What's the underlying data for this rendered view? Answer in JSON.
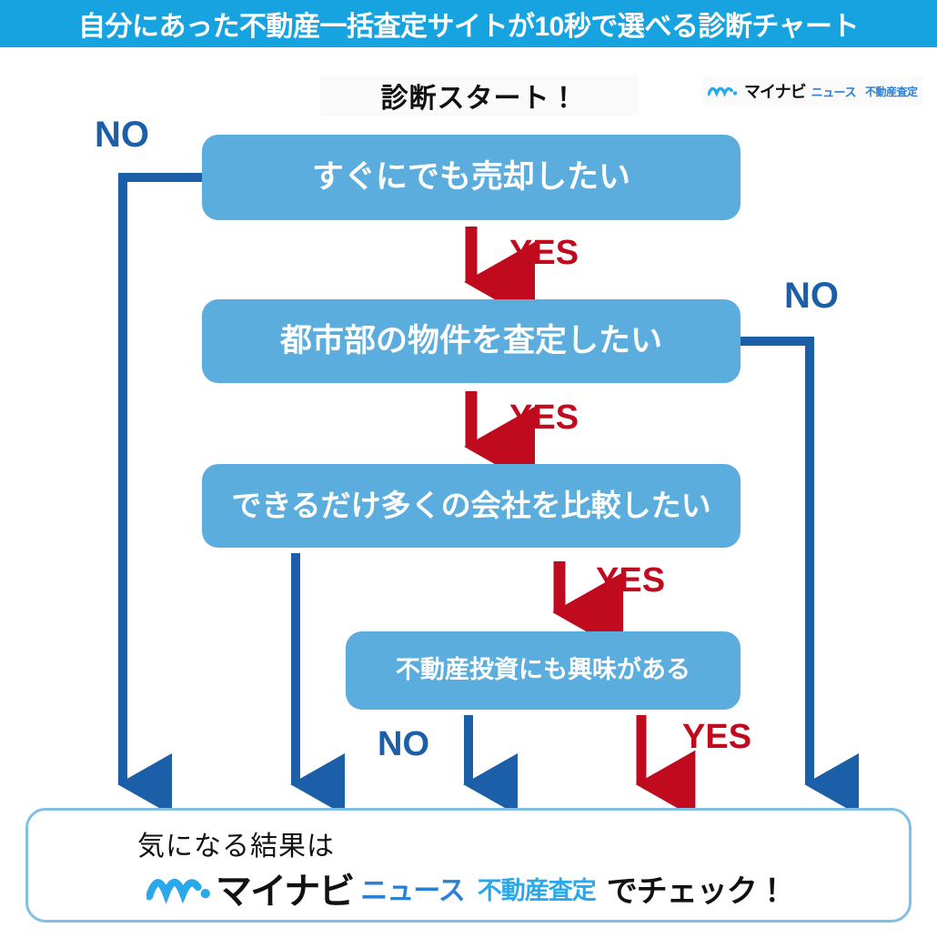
{
  "header": {
    "title": "自分にあった不動産一括査定サイトが10秒で選べる診断チャート",
    "bg_color": "#17A3E0",
    "text_color": "#FFFFFF"
  },
  "start": {
    "label": "診断スタート！"
  },
  "brand_top": {
    "mark": "mynavi-wave-logo",
    "mynavi": "マイナビ",
    "news": "ニュース",
    "service": "不動産査定"
  },
  "colors": {
    "header_blue": "#17A3E0",
    "box_blue": "#5BADDE",
    "arrow_blue": "#1B5FA8",
    "arrow_red": "#C00A1E",
    "result_border": "#7FC0E4",
    "brand_blue": "#2B7FD4",
    "service_blue": "#29A8EA"
  },
  "questions": [
    {
      "id": "q1",
      "text": "すぐにでも売却したい"
    },
    {
      "id": "q2",
      "text": "都市部の物件を査定したい"
    },
    {
      "id": "q3",
      "text": "できるだけ多くの会社を比較したい"
    },
    {
      "id": "q4",
      "text": "不動産投資にも興味がある"
    }
  ],
  "labels": {
    "no_left": "NO",
    "no_right": "NO",
    "no_mid": "NO",
    "yes_q1": "YES",
    "yes_q2": "YES",
    "yes_q3": "YES",
    "yes_q4": "YES"
  },
  "result": {
    "line1": "気になる結果は",
    "mynavi": "マイナビ",
    "news": "ニュース",
    "service": "不動産査定",
    "suffix": "でチェック！"
  },
  "chart_data": {
    "type": "flowchart",
    "title": "自分にあった不動産一括査定サイトが10秒で選べる診断チャート",
    "nodes": [
      {
        "id": "q1",
        "label": "すぐにでも売却したい",
        "shape": "rounded-rect"
      },
      {
        "id": "q2",
        "label": "都市部の物件を査定したい",
        "shape": "rounded-rect"
      },
      {
        "id": "q3",
        "label": "できるだけ多くの会社を比較したい",
        "shape": "rounded-rect"
      },
      {
        "id": "q4",
        "label": "不動産投資にも興味がある",
        "shape": "rounded-rect"
      },
      {
        "id": "result",
        "label": "気になる結果はマイナビニュース不動産査定でチェック！",
        "shape": "rounded-rect-outline"
      }
    ],
    "edges": [
      {
        "from": "q1",
        "to": "result",
        "label": "NO",
        "color": "#1B5FA8",
        "side": "left"
      },
      {
        "from": "q1",
        "to": "q2",
        "label": "YES",
        "color": "#C00A1E",
        "side": "down"
      },
      {
        "from": "q2",
        "to": "result",
        "label": "NO",
        "color": "#1B5FA8",
        "side": "right"
      },
      {
        "from": "q2",
        "to": "q3",
        "label": "YES",
        "color": "#C00A1E",
        "side": "down"
      },
      {
        "from": "q3",
        "to": "result",
        "label": "NO",
        "color": "#1B5FA8",
        "side": "left-down"
      },
      {
        "from": "q3",
        "to": "q4",
        "label": "YES",
        "color": "#C00A1E",
        "side": "down"
      },
      {
        "from": "q4",
        "to": "result",
        "label": "NO",
        "color": "#1B5FA8",
        "side": "down-left"
      },
      {
        "from": "q4",
        "to": "result",
        "label": "YES",
        "color": "#C00A1E",
        "side": "down-right"
      }
    ]
  }
}
